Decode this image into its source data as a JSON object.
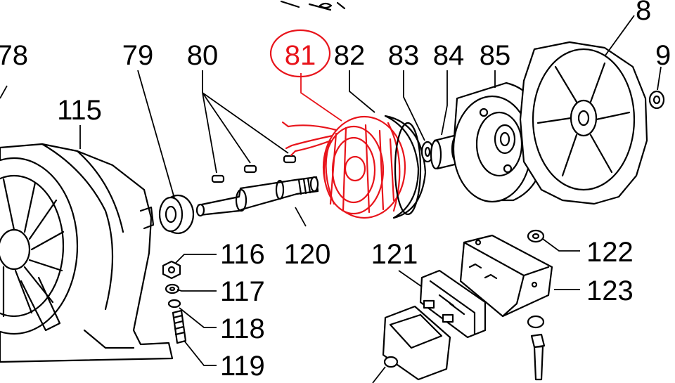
{
  "colors": {
    "highlight": "#e8141b",
    "ink": "#000000",
    "background": "#ffffff"
  },
  "highlighted_part": "81",
  "part_labels": {
    "p78": "78",
    "p79": "79",
    "p80": "80",
    "p81": "81",
    "p82": "82",
    "p83": "83",
    "p84": "84",
    "p85": "85",
    "p86": "8",
    "p9x": "9",
    "p115": "115",
    "p116": "116",
    "p117": "117",
    "p118": "118",
    "p119": "119",
    "p120": "120",
    "p121": "121",
    "p122": "122",
    "p123": "123"
  }
}
